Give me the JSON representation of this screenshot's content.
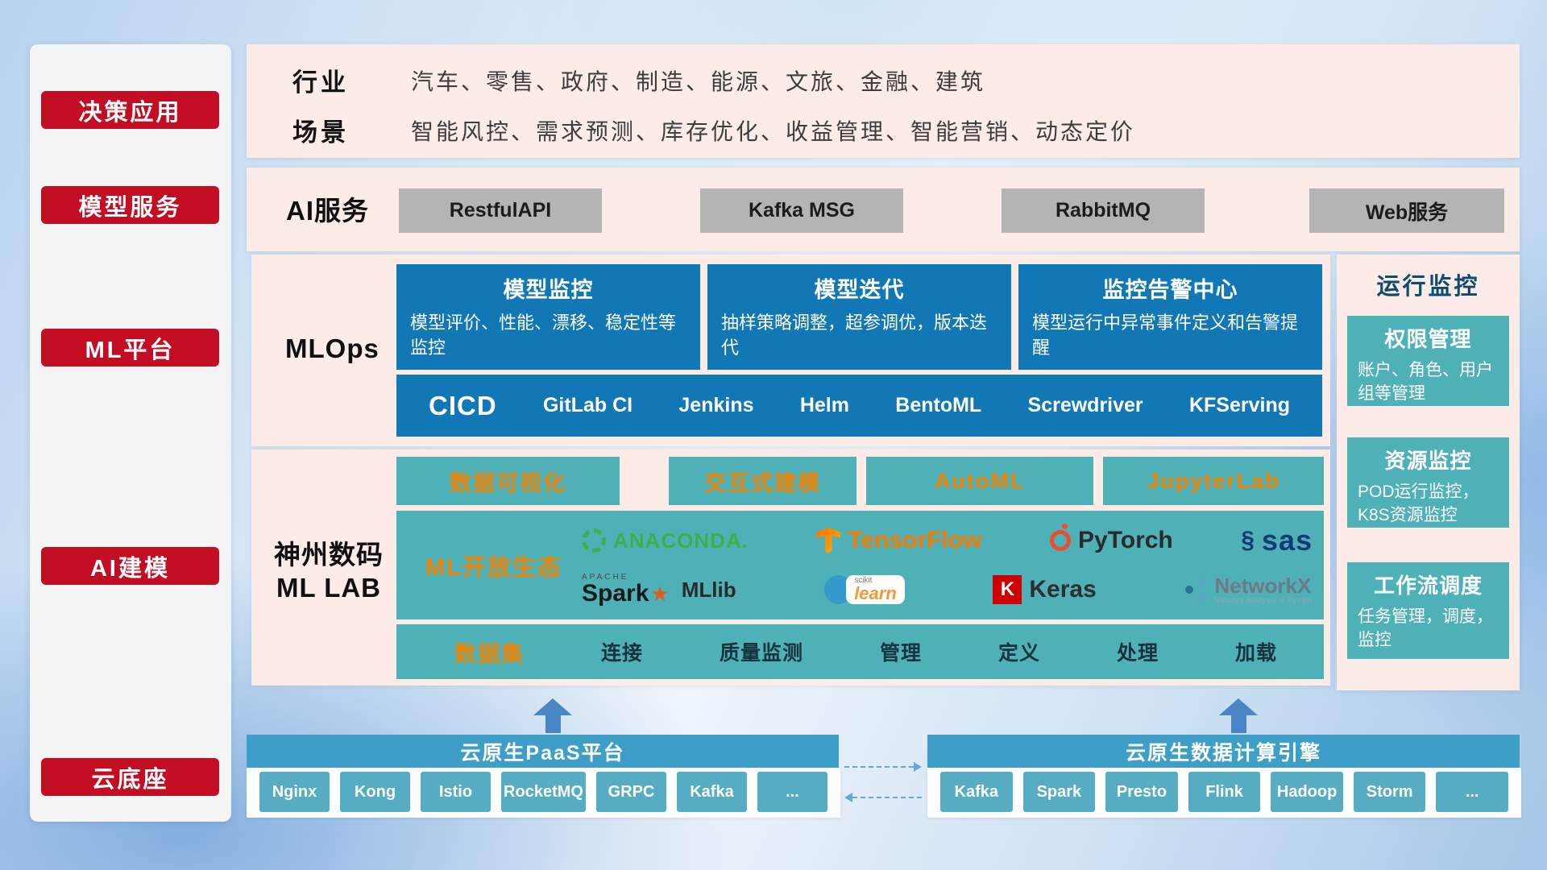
{
  "colors": {
    "sidebar_red": "#c30d23",
    "panel_pink": "#fcebe7",
    "deep_blue": "#1278b5",
    "teal": "#4fb1b8",
    "accent_orange": "#f08300",
    "banner_blue": "#3d9ec7",
    "cloud_button_teal": "#56adc3",
    "gray_button": "#b4b4b5"
  },
  "icons": {
    "spark_star": "★",
    "sas_swirl": "§"
  },
  "sidebar": {
    "items": [
      {
        "label": "决策应用"
      },
      {
        "label": "模型服务"
      },
      {
        "label": "ML平台"
      },
      {
        "label": "AI建模"
      },
      {
        "label": "云底座"
      }
    ]
  },
  "top_row": {
    "industry_label": "行业",
    "industry_text": "汽车、零售、政府、制造、能源、文旅、金融、建筑",
    "scene_label": "场景",
    "scene_text": "智能风控、需求预测、库存优化、收益管理、智能营销、动态定价"
  },
  "ai_service": {
    "label": "AI服务",
    "services": [
      "RestfulAPI",
      "Kafka MSG",
      "RabbitMQ",
      "Web服务"
    ]
  },
  "mlops": {
    "label": "MLOps",
    "cards": [
      {
        "title": "模型监控",
        "desc": "模型评价、性能、漂移、稳定性等监控"
      },
      {
        "title": "模型迭代",
        "desc": "抽样策略调整，超参调优，版本迭代"
      },
      {
        "title": "监控告警中心",
        "desc": "模型运行中异常事件定义和告警提醒"
      }
    ],
    "cicd_label": "CICD",
    "cicd_tools": [
      "GitLab CI",
      "Jenkins",
      "Helm",
      "BentoML",
      "Screwdriver",
      "KFServing"
    ]
  },
  "ml_lab": {
    "label_line1": "神州数码",
    "label_line2": "ML LAB",
    "tools": [
      "数据可视化",
      "交互式建模",
      "AutoML",
      "JupyterLab"
    ],
    "ecosystem_label": "ML开放生态",
    "ecosystem_row1": [
      {
        "name": "Anaconda",
        "label": "ANACONDA."
      },
      {
        "name": "TensorFlow",
        "label": "TensorFlow"
      },
      {
        "name": "PyTorch",
        "label": "PyTorch"
      },
      {
        "name": "SAS",
        "label": "sas"
      }
    ],
    "ecosystem_row2": [
      {
        "name": "Apache Spark MLlib",
        "super": "APACHE",
        "label": "Spark",
        "suffix": "MLlib"
      },
      {
        "name": "scikit-learn",
        "super": "scikit",
        "label": "learn"
      },
      {
        "name": "Keras",
        "badge": "K",
        "label": "Keras"
      },
      {
        "name": "NetworkX",
        "label": "NetworkX",
        "sub": "Network Analysis in Python"
      }
    ],
    "dataset_label": "数据集",
    "dataset_items": [
      "连接",
      "质量监测",
      "管理",
      "定义",
      "处理",
      "加载"
    ]
  },
  "monitoring": {
    "title": "运行监控",
    "cards": [
      {
        "title": "权限管理",
        "desc": "账户、角色、用户组等管理"
      },
      {
        "title": "资源监控",
        "desc": "POD运行监控，K8S资源监控"
      },
      {
        "title": "工作流调度",
        "desc": "任务管理，调度，监控"
      }
    ]
  },
  "cloud_base": {
    "paas_title": "云原生PaaS平台",
    "paas_items": [
      "Nginx",
      "Kong",
      "Istio",
      "RocketMQ",
      "GRPC",
      "Kafka",
      "..."
    ],
    "engine_title": "云原生数据计算引擎",
    "engine_items": [
      "Kafka",
      "Spark",
      "Presto",
      "Flink",
      "Hadoop",
      "Storm",
      "..."
    ]
  }
}
